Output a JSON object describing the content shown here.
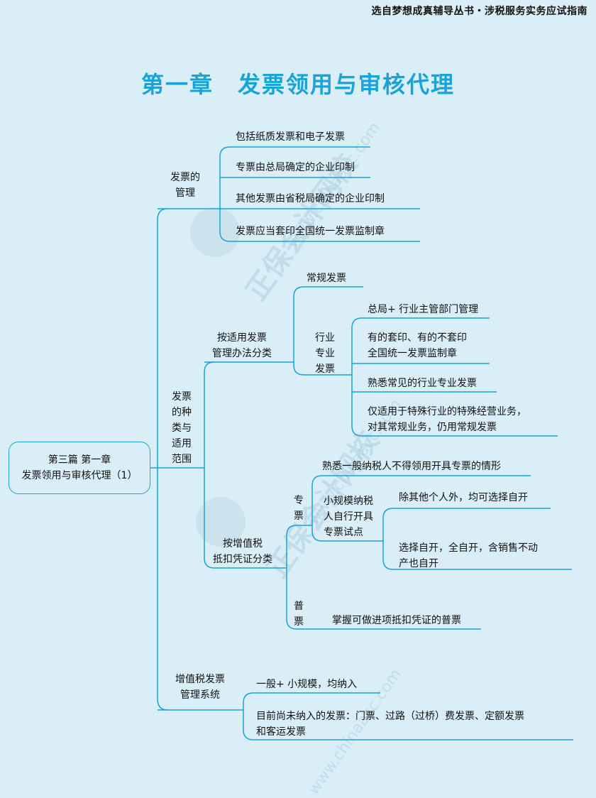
{
  "header": "选自梦想成真辅导丛书・涉税服务实务应试指南",
  "title": "第一章　发票领用与审核代理",
  "watermark": {
    "text": "正保会计网校",
    "url": "www.chinaacc.com"
  },
  "root": {
    "line1": "第三篇  第一章",
    "line2": "发票领用与审核代理（1）"
  },
  "b1": {
    "label": "发票的\n管理",
    "items": [
      "包括纸质发票和电子发票",
      "专票由总局确定的企业印制",
      "其他发票由省税局确定的企业印制",
      "发票应当套印全国统一发票监制章"
    ]
  },
  "b2": {
    "label": "发票\n的种\n类与\n适用\n范围",
    "s1": {
      "label": "按适用发票\n管理办法分类",
      "regular": "常规发票",
      "industry": {
        "label": "行业\n专业\n发票",
        "items": [
          "总局+ 行业主管部门管理",
          "有的套印、有的不套印\n全国统一发票监制章",
          "熟悉常见的行业专业发票",
          "仅适用于特殊行业的特殊经营业务，\n对其常规业务，仍用常规发票"
        ]
      }
    },
    "s2": {
      "label": "按增值税\n抵扣凭证分类",
      "special": {
        "label": "专\n票",
        "item1": "熟悉一般纳税人不得领用开具专票的情形",
        "small": {
          "label": "小规模纳税\n人自行开具\n专票试点",
          "items": [
            "除其他个人外，均可选择自开",
            "选择自开，全自开，含销售不动\n产也自开"
          ]
        }
      },
      "ordinary": {
        "label": "普\n票",
        "item": "掌握可做进项抵扣凭证的普票"
      }
    }
  },
  "b3": {
    "label": "增值税发票\n管理系统",
    "items": [
      "一般+ 小规模，均纳入",
      "目前尚未纳入的发票：门票、过路（过桥）费发票、定额发票\n和客运发票"
    ]
  },
  "colors": {
    "line": "#1aa3d6",
    "title": "#1aa3d6",
    "background": "#daeef7"
  }
}
